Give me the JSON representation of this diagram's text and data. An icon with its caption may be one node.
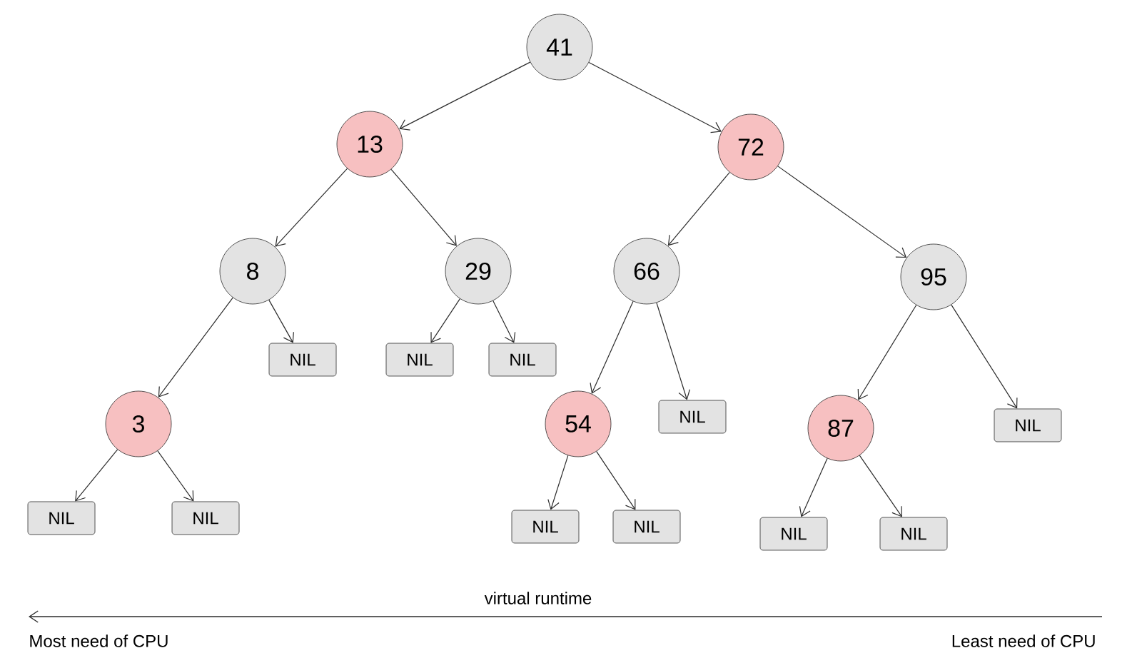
{
  "diagram": {
    "nodes": [
      {
        "text": [
          "41"
        ]
      },
      {
        "text": [
          "13"
        ]
      },
      {
        "text": [
          "72"
        ]
      },
      {
        "text": [
          "8"
        ]
      },
      {
        "text": [
          "29"
        ]
      },
      {
        "text": [
          "66"
        ]
      },
      {
        "text": [
          "95"
        ]
      },
      {
        "text": [
          "NIL"
        ]
      },
      {
        "text": [
          "NIL"
        ]
      },
      {
        "text": [
          "NIL"
        ]
      },
      {
        "text": [
          "3"
        ]
      },
      {
        "text": [
          "54"
        ]
      },
      {
        "text": [
          "NIL"
        ]
      },
      {
        "text": [
          "87"
        ]
      },
      {
        "text": [
          "NIL"
        ]
      },
      {
        "text": [
          "NIL"
        ]
      },
      {
        "text": [
          "NIL"
        ]
      },
      {
        "text": [
          "NIL"
        ]
      },
      {
        "text": [
          "NIL"
        ]
      },
      {
        "text": [
          "NIL"
        ]
      },
      {
        "text": [
          "NIL"
        ]
      }
    ],
    "edges": [
      {
        "from": 0,
        "to": 1,
        "arrow": "to"
      },
      {
        "from": 0,
        "to": 2,
        "arrow": "to"
      },
      {
        "from": 1,
        "to": 3,
        "arrow": "to"
      },
      {
        "from": 1,
        "to": 4,
        "arrow": "to"
      },
      {
        "from": 2,
        "to": 5,
        "arrow": "to"
      },
      {
        "from": 2,
        "to": 6,
        "arrow": "to"
      },
      {
        "from": 3,
        "to": 10,
        "arrow": "to"
      },
      {
        "from": 3,
        "to": 7,
        "arrow": "to"
      },
      {
        "from": 4,
        "to": 8,
        "arrow": "to"
      },
      {
        "from": 4,
        "to": 9,
        "arrow": "to"
      },
      {
        "from": 5,
        "to": 11,
        "arrow": "to"
      },
      {
        "from": 5,
        "to": 12,
        "arrow": "to"
      },
      {
        "from": 6,
        "to": 13,
        "arrow": "to"
      },
      {
        "from": 6,
        "to": 14,
        "arrow": "to"
      },
      {
        "from": 10,
        "to": 15,
        "arrow": "to"
      },
      {
        "from": 10,
        "to": 16,
        "arrow": "to"
      },
      {
        "from": 11,
        "to": 17,
        "arrow": "to"
      },
      {
        "from": 11,
        "to": 18,
        "arrow": "to"
      },
      {
        "from": 13,
        "to": 19,
        "arrow": "to"
      },
      {
        "from": 13,
        "to": 20,
        "arrow": "to"
      }
    ],
    "labels": [
      "virtual runtime",
      "Most need of CPU",
      "Least need of CPU"
    ]
  }
}
